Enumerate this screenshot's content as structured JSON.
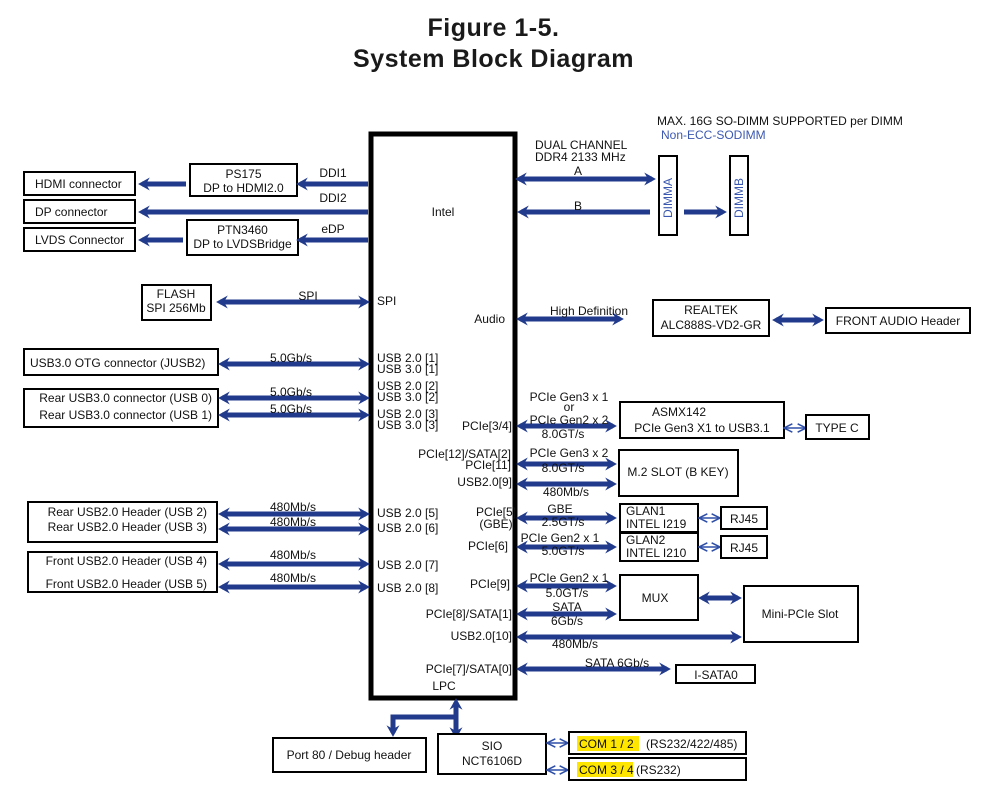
{
  "title": {
    "line1": "Figure 1-5.",
    "line2": "System Block Diagram"
  },
  "colors": {
    "arrow": "#213a8c",
    "memory_note": "#3b58b0",
    "highlight": "#ffe600"
  },
  "cpu": {
    "label": "Intel",
    "ports_left": [
      {
        "id": "spi",
        "text": "SPI"
      },
      {
        "id": "usb1",
        "lines": [
          "USB 2.0 [1]",
          "USB 3.0 [1]"
        ]
      },
      {
        "id": "usb2",
        "lines": [
          "USB 2.0 [2]",
          "USB 3.0 [2]"
        ]
      },
      {
        "id": "usb3",
        "lines": [
          "USB 2.0 [3]",
          "USB 3.0 [3]"
        ]
      },
      {
        "id": "usb5",
        "text": "USB 2.0 [5]"
      },
      {
        "id": "usb6",
        "text": "USB 2.0 [6]"
      },
      {
        "id": "usb7",
        "text": "USB 2.0 [7]"
      },
      {
        "id": "usb8",
        "text": "USB 2.0 [8]"
      }
    ],
    "ports_right": [
      {
        "id": "audio",
        "text": "Audio"
      },
      {
        "id": "pcie34",
        "text": "PCIe[3/4]"
      },
      {
        "id": "pcie12",
        "lines": [
          "PCIe[12]/SATA[2]",
          "PCIe[11]"
        ]
      },
      {
        "id": "usb9",
        "text": "USB2.0[9]"
      },
      {
        "id": "pcie5",
        "lines": [
          "PCIe[5]",
          "(GBE)"
        ]
      },
      {
        "id": "pcie6",
        "text": "PCIe[6]"
      },
      {
        "id": "pcie9",
        "text": "PCIe[9]"
      },
      {
        "id": "pcie8",
        "text": "PCIe[8]/SATA[1]"
      },
      {
        "id": "usb10",
        "text": "USB2.0[10]"
      },
      {
        "id": "pcie7",
        "text": "PCIe[7]/SATA[0]"
      },
      {
        "id": "lpc",
        "text": "LPC"
      }
    ]
  },
  "memory": {
    "note": "MAX. 16G SO-DIMM SUPPORTED per DIMM",
    "type": "Non-ECC-SODIMM",
    "channel_label": [
      "DUAL CHANNEL",
      "DDR4 2133 MHz"
    ],
    "channel_a": "A",
    "channel_b": "B",
    "dimms": [
      "DIMMA",
      "DIMMB"
    ]
  },
  "display": [
    {
      "connector": "HDMI connector",
      "bridge": [
        "PS175",
        "DP to HDMI2.0"
      ],
      "link": "DDI1"
    },
    {
      "connector": "DP connector",
      "bridge": null,
      "link": "DDI2"
    },
    {
      "connector": "LVDS Connector",
      "bridge": [
        "PTN3460",
        "DP to LVDSBridge"
      ],
      "link": "eDP"
    }
  ],
  "flash": {
    "lines": [
      "FLASH",
      "SPI 256Mb"
    ],
    "link": "SPI"
  },
  "usb_left": {
    "otg": {
      "label": "USB3.0 OTG connector (JUSB2)",
      "speed": "5.0Gb/s"
    },
    "rear_usb3": [
      {
        "label": "Rear USB3.0 connector (USB 0)",
        "speed": "5.0Gb/s"
      },
      {
        "label": "Rear USB3.0 connector (USB 1)",
        "speed": "5.0Gb/s"
      }
    ],
    "rear_usb2": [
      {
        "label": "Rear USB2.0 Header (USB 2)",
        "speed": "480Mb/s"
      },
      {
        "label": "Rear USB2.0 Header (USB 3)",
        "speed": "480Mb/s"
      }
    ],
    "front_usb2": [
      {
        "label": "Front USB2.0 Header (USB 4)",
        "speed": "480Mb/s"
      },
      {
        "label": "Front USB2.0 Header (USB 5)",
        "speed": "480Mb/s"
      }
    ]
  },
  "audio": {
    "link": "High Definition",
    "codec": [
      "REALTEK",
      "ALC888S-VD2-GR"
    ],
    "header": "FRONT AUDIO Header"
  },
  "asm": {
    "link": [
      "PCIe Gen3 x 1",
      "or",
      "PCIe Gen2 x 2",
      "8.0GT/s"
    ],
    "chip": [
      "ASMX142",
      "PCIe Gen3 X1 to USB3.1"
    ],
    "port": "TYPE C"
  },
  "m2": {
    "link_pcie": [
      "PCIe Gen3 x 2",
      "8.0GT/s"
    ],
    "link_usb": "480Mb/s",
    "slot": "M.2 SLOT (B KEY)"
  },
  "lan": [
    {
      "link": [
        "GBE",
        "2.5GT/s"
      ],
      "chip": [
        "GLAN1",
        "INTEL I219"
      ],
      "port": "RJ45"
    },
    {
      "link": [
        "PCIe Gen2 x 1",
        "5.0GT/s"
      ],
      "chip": [
        "GLAN2",
        "INTEL I210"
      ],
      "port": "RJ45"
    }
  ],
  "mux": {
    "link_pcie": [
      "PCIe Gen2 x 1",
      "5.0GT/s"
    ],
    "link_sata": [
      "SATA",
      "6Gb/s"
    ],
    "label": "MUX",
    "usb_link": "480Mb/s",
    "slot": "Mini-PCIe Slot"
  },
  "sata": {
    "link": "SATA 6Gb/s",
    "port": "I-SATA0"
  },
  "sio": {
    "chip": [
      "SIO",
      "NCT6106D"
    ],
    "debug": "Port 80 / Debug header",
    "com": [
      {
        "name": "COM 1 / 2",
        "spec": "(RS232/422/485)"
      },
      {
        "name": "COM 3 / 4",
        "spec": "(RS232)"
      }
    ]
  }
}
